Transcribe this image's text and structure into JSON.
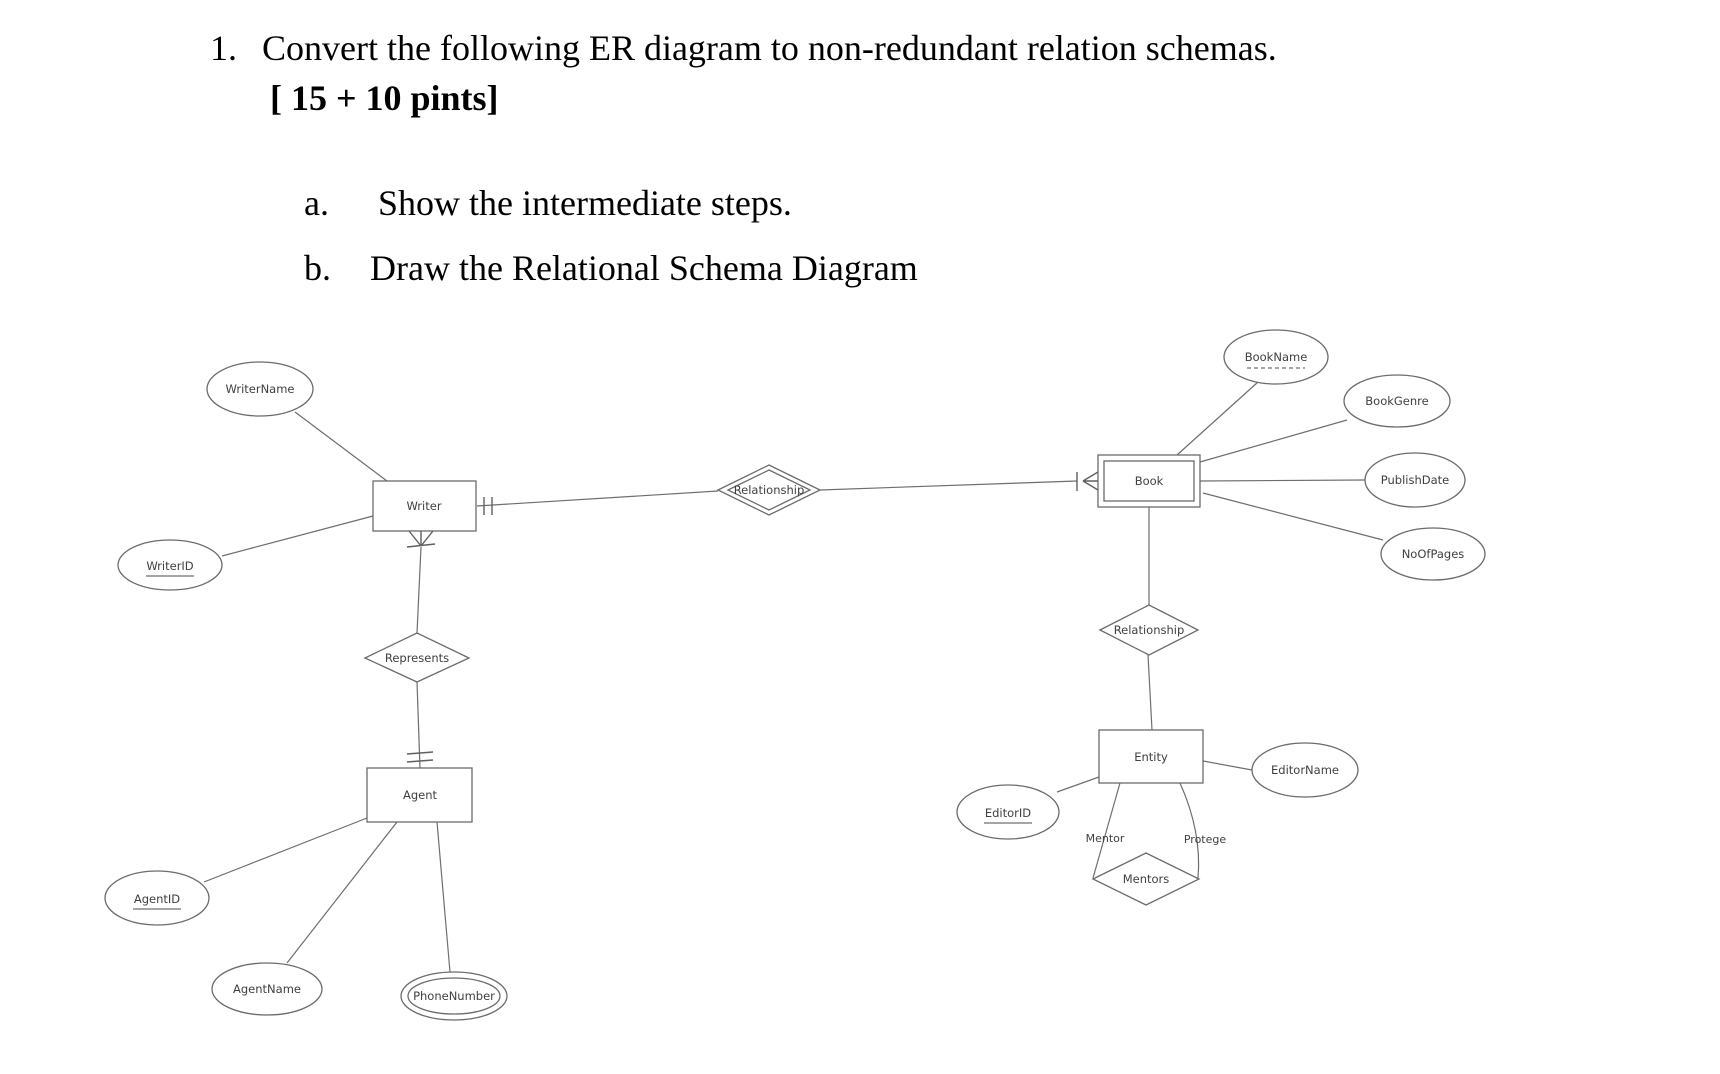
{
  "question": {
    "number": "1.",
    "title": "Convert the following ER diagram to non-redundant relation schemas.",
    "points": "[ 15 + 10 pints]",
    "items": [
      {
        "label": "a.",
        "text": "Show the intermediate steps."
      },
      {
        "label": "b.",
        "text": "Draw the Relational Schema Diagram"
      }
    ]
  },
  "diagram": {
    "entities": {
      "writer": {
        "label": "Writer",
        "type": "strong"
      },
      "book": {
        "label": "Book",
        "type": "weak (double rectangle)"
      },
      "agent": {
        "label": "Agent",
        "type": "strong"
      },
      "editor": {
        "label": "Entity",
        "type": "strong"
      }
    },
    "relationships": {
      "writer_book": {
        "label": "Relationship",
        "type": "identifying (double diamond)"
      },
      "represents": {
        "label": "Represents",
        "type": "regular"
      },
      "book_editor": {
        "label": "Relationship",
        "type": "regular"
      },
      "mentors": {
        "label": "Mentors",
        "type": "recursive"
      }
    },
    "attributes": {
      "writer_name": {
        "label": "WriterName",
        "kind": "simple"
      },
      "writer_id": {
        "label": "WriterID",
        "kind": "key (underlined)"
      },
      "agent_id": {
        "label": "AgentID",
        "kind": "key (underlined)"
      },
      "agent_name": {
        "label": "AgentName",
        "kind": "simple"
      },
      "phone_number": {
        "label": "PhoneNumber",
        "kind": "multivalued (double ellipse)"
      },
      "book_name": {
        "label": "BookName",
        "kind": "partial key (dashed underline)"
      },
      "book_genre": {
        "label": "BookGenre",
        "kind": "simple"
      },
      "publish_date": {
        "label": "PublishDate",
        "kind": "simple"
      },
      "no_of_pages": {
        "label": "NoOfPages",
        "kind": "simple"
      },
      "editor_id": {
        "label": "EditorID",
        "kind": "key (underlined)"
      },
      "editor_name": {
        "label": "EditorName",
        "kind": "simple"
      }
    },
    "roles": {
      "mentor": "Mentor",
      "protege": "Protege"
    },
    "colors": {
      "line": "#6e6e6e",
      "shape_stroke": "#6b6b6b",
      "label_text": "#3d3f42",
      "background": "#ffffff"
    }
  }
}
